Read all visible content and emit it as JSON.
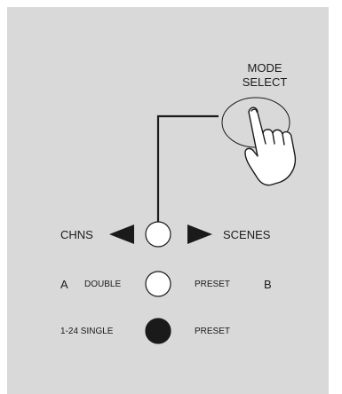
{
  "mode_select": {
    "line1": "MODE",
    "line2": "SELECT"
  },
  "row1": {
    "left_label": "CHNS",
    "right_label": "SCENES",
    "indicator": "empty"
  },
  "row2": {
    "letter_a": "A",
    "left_label": "DOUBLE",
    "right_label": "PRESET",
    "letter_b": "B",
    "indicator": "empty"
  },
  "row3": {
    "left_label": "1-24 SINGLE",
    "right_label": "PRESET",
    "indicator": "filled"
  },
  "icons": [
    "hand-pressing-button-icon",
    "left-arrow-icon",
    "right-arrow-icon"
  ],
  "colors": {
    "panel": "#d9d9d9",
    "ink": "#1a1a1a",
    "led_off_fill": "#ffffff",
    "led_on_fill": "#1a1a1a"
  }
}
